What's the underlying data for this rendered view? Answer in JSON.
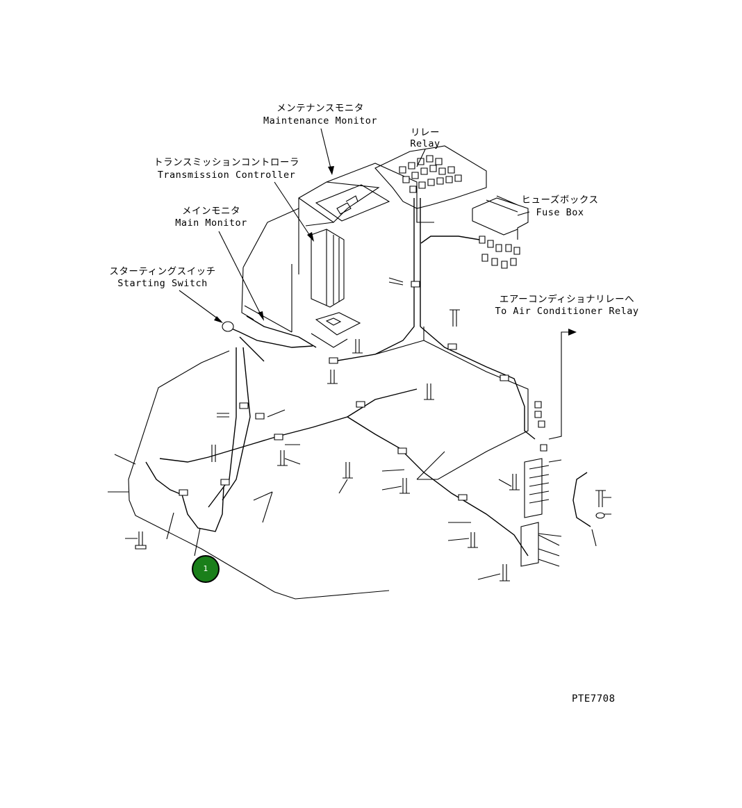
{
  "labels": {
    "maintenance_monitor_jp": "メンテナンスモニタ",
    "maintenance_monitor_en": "Maintenance Monitor",
    "relay_jp": "リレー",
    "relay_en": "Relay",
    "transmission_controller_jp": "トランスミッションコントローラ",
    "transmission_controller_en": "Transmission Controller",
    "main_monitor_jp": "メインモニタ",
    "main_monitor_en": "Main Monitor",
    "fuse_box_jp": "ヒューズボックス",
    "fuse_box_en": "Fuse Box",
    "starting_switch_jp": "スターティングスイッチ",
    "starting_switch_en": "Starting Switch",
    "air_conditioner_relay_jp": "エアーコンディショナリレーへ",
    "air_conditioner_relay_en": "To Air Conditioner Relay"
  },
  "callouts": [
    {
      "number": "1",
      "color": "#1a7f1a"
    }
  ],
  "drawing_code": "PTE7708"
}
